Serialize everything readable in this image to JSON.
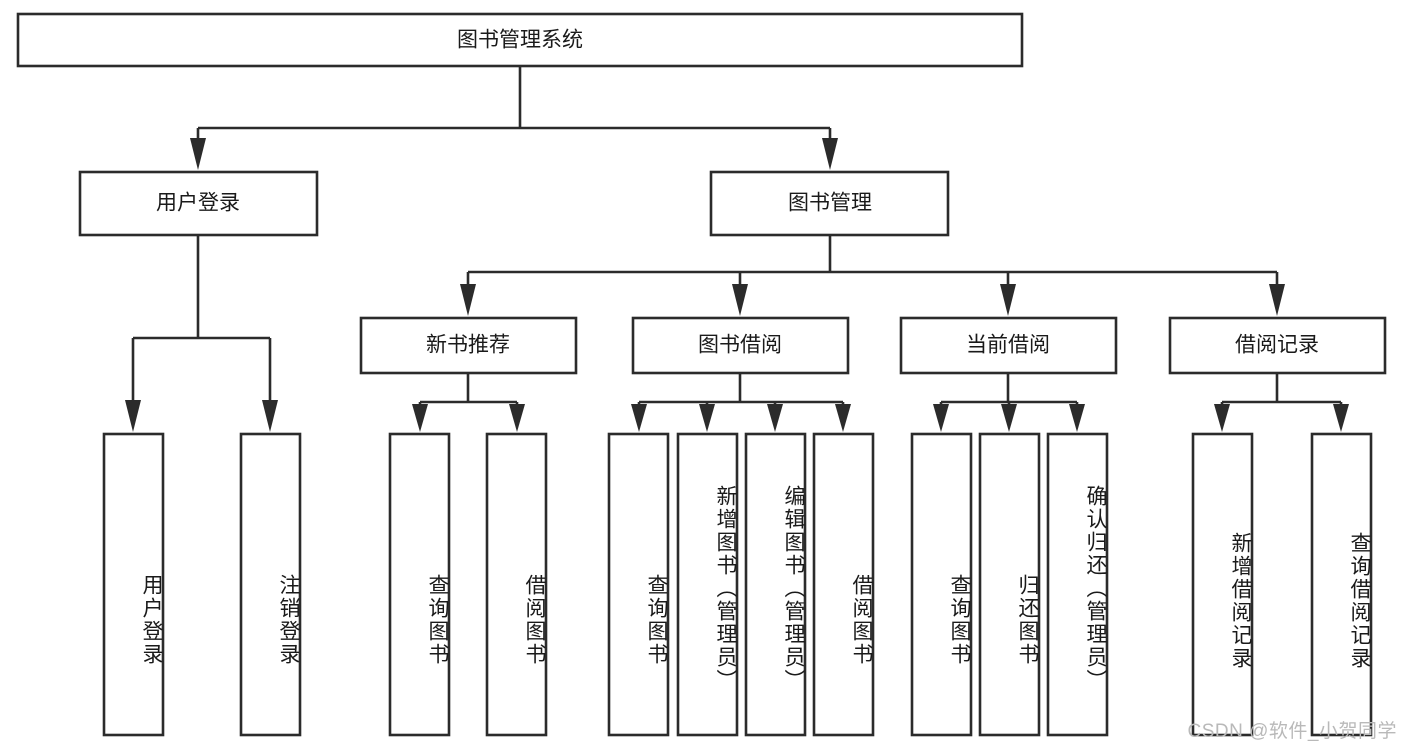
{
  "diagram": {
    "type": "tree",
    "title": "图书管理系统",
    "background_color": "#ffffff",
    "line_color": "#2b2b2b",
    "text_color": "#1a1a1a",
    "root": {
      "label": "图书管理系统"
    },
    "level2": [
      {
        "label": "用户登录"
      },
      {
        "label": "图书管理"
      }
    ],
    "level3": [
      {
        "label": "新书推荐"
      },
      {
        "label": "图书借阅"
      },
      {
        "label": "当前借阅"
      },
      {
        "label": "借阅记录"
      }
    ],
    "leaves": {
      "user_login": [
        {
          "label": "用户登录"
        },
        {
          "label": "注销登录"
        }
      ],
      "new_book_recommend": [
        {
          "label": "查询图书"
        },
        {
          "label": "借阅图书"
        }
      ],
      "book_borrow": [
        {
          "label": "查询图书"
        },
        {
          "label": "新增图书（管理员）"
        },
        {
          "label": "编辑图书（管理员）"
        },
        {
          "label": "借阅图书"
        }
      ],
      "current_borrow": [
        {
          "label": "查询图书"
        },
        {
          "label": "归还图书"
        },
        {
          "label": "确认归还（管理员）"
        }
      ],
      "borrow_record": [
        {
          "label": "新增借阅记录"
        },
        {
          "label": "查询借阅记录"
        }
      ]
    }
  },
  "watermark": {
    "text": "CSDN @软件_小贺同学"
  }
}
